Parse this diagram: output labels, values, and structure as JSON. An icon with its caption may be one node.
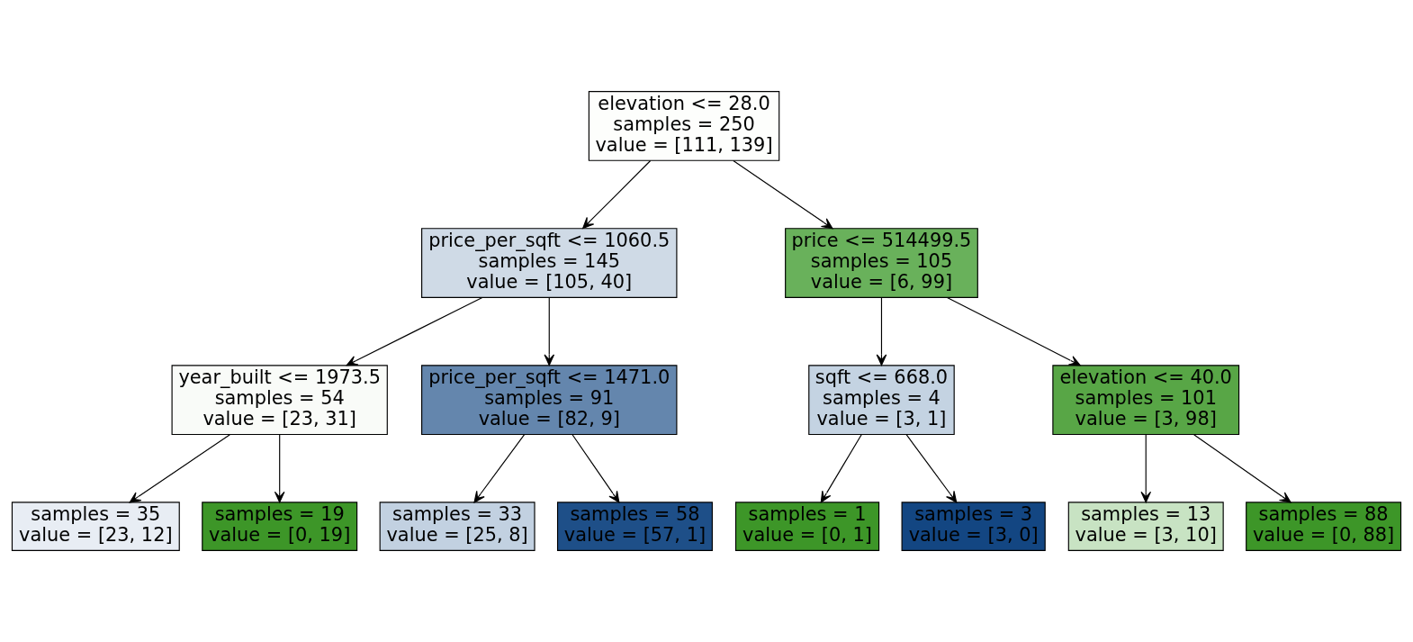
{
  "diagram": {
    "nodes": [
      {
        "text": [
          "elevation <= 28.0",
          "samples = 250",
          "value = [111, 139]"
        ]
      },
      {
        "text": [
          "price_per_sqft <= 1060.5",
          "samples = 145",
          "value = [105, 40]"
        ]
      },
      {
        "text": [
          "price <= 514499.5",
          "samples = 105",
          "value = [6, 99]"
        ]
      },
      {
        "text": [
          "year_built <= 1973.5",
          "samples = 54",
          "value = [23, 31]"
        ]
      },
      {
        "text": [
          "price_per_sqft <= 1471.0",
          "samples = 91",
          "value = [82, 9]"
        ]
      },
      {
        "text": [
          "sqft <= 668.0",
          "samples = 4",
          "value = [3, 1]"
        ]
      },
      {
        "text": [
          "elevation <= 40.0",
          "samples = 101",
          "value = [3, 98]"
        ]
      },
      {
        "text": [
          "samples = 35",
          "value = [23, 12]"
        ]
      },
      {
        "text": [
          "samples = 19",
          "value = [0, 19]"
        ]
      },
      {
        "text": [
          "samples = 33",
          "value = [25, 8]"
        ]
      },
      {
        "text": [
          "samples = 58",
          "value = [57, 1]"
        ]
      },
      {
        "text": [
          "samples = 1",
          "value = [0, 1]"
        ]
      },
      {
        "text": [
          "samples = 3",
          "value = [3, 0]"
        ]
      },
      {
        "text": [
          "samples = 13",
          "value = [3, 10]"
        ]
      },
      {
        "text": [
          "samples = 88",
          "value = [0, 88]"
        ]
      }
    ],
    "edges": [
      {
        "from": 0,
        "to": 1,
        "arrow": "to"
      },
      {
        "from": 0,
        "to": 2,
        "arrow": "to"
      },
      {
        "from": 1,
        "to": 3,
        "arrow": "to"
      },
      {
        "from": 1,
        "to": 4,
        "arrow": "to"
      },
      {
        "from": 2,
        "to": 5,
        "arrow": "to"
      },
      {
        "from": 2,
        "to": 6,
        "arrow": "to"
      },
      {
        "from": 3,
        "to": 7,
        "arrow": "to"
      },
      {
        "from": 3,
        "to": 8,
        "arrow": "to"
      },
      {
        "from": 4,
        "to": 9,
        "arrow": "to"
      },
      {
        "from": 4,
        "to": 10,
        "arrow": "to"
      },
      {
        "from": 5,
        "to": 11,
        "arrow": "to"
      },
      {
        "from": 5,
        "to": 12,
        "arrow": "to"
      },
      {
        "from": 6,
        "to": 13,
        "arrow": "to"
      },
      {
        "from": 6,
        "to": 14,
        "arrow": "to"
      }
    ]
  }
}
